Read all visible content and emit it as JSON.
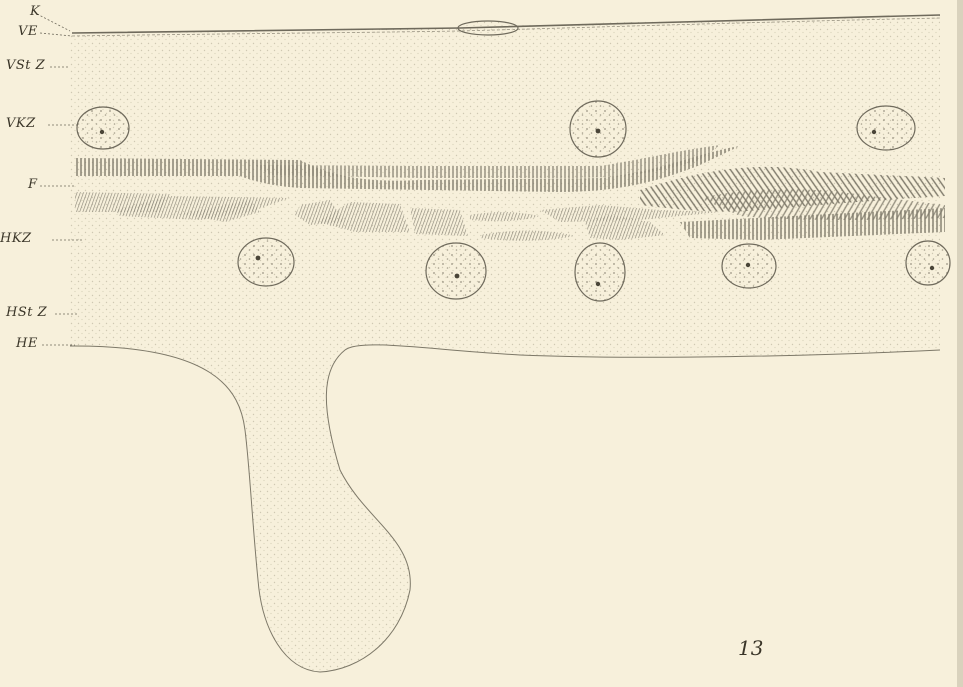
{
  "labels": {
    "k": "K",
    "ve": "VE",
    "vstz": "VSt Z",
    "vkz": "VKZ",
    "f": "F",
    "hkz": "HKZ",
    "hstz": "HSt Z",
    "he": "HE"
  },
  "plate_number": "13",
  "colors": {
    "paper": "#f7f0db",
    "stipple": "#c9c2ad",
    "fiber": "#8a8576",
    "ink": "#3a3528"
  }
}
